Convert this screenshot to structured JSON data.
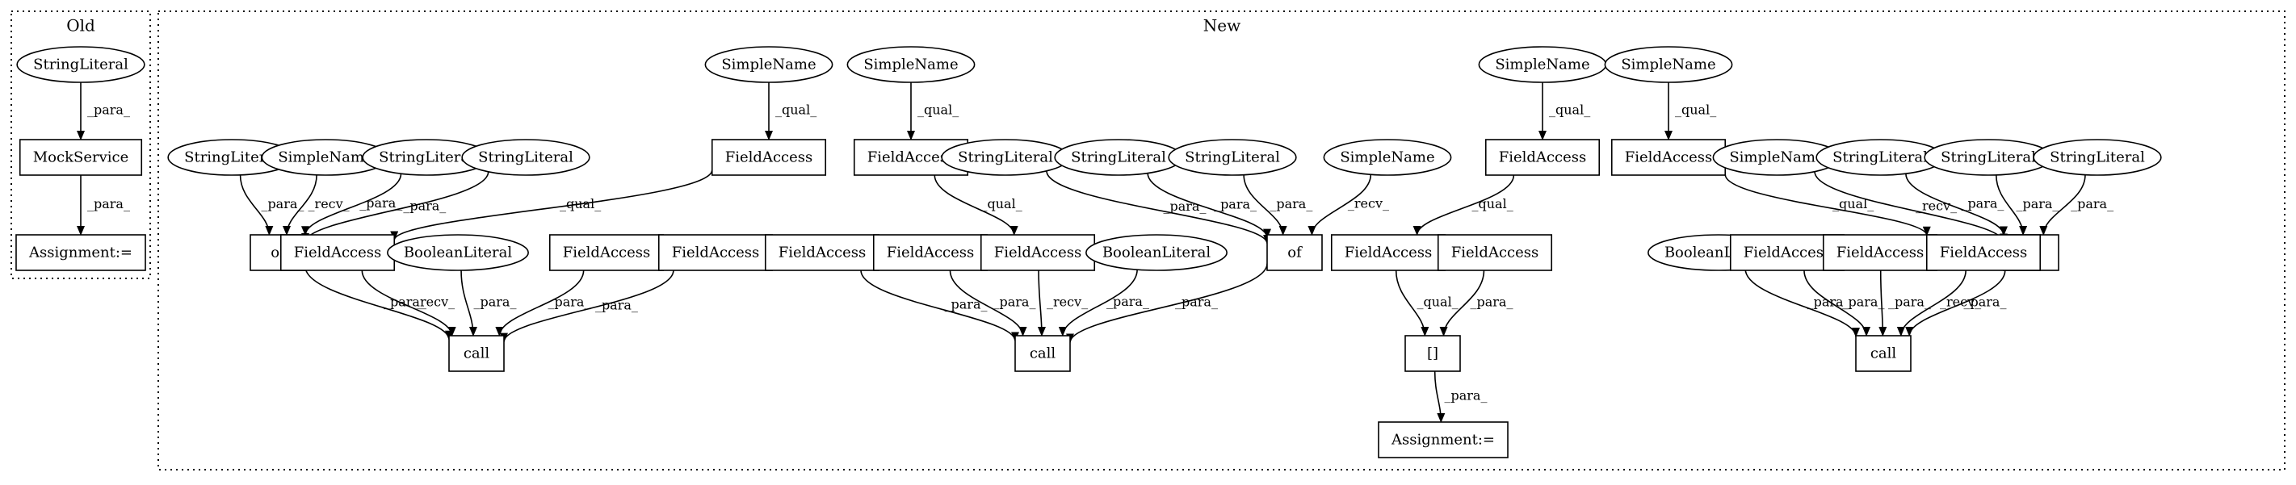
{
  "clusters": [
    {
      "id": "old",
      "label": "Old"
    },
    {
      "id": "new",
      "label": "New"
    }
  ],
  "nodes": [
    {
      "id": "o_sl",
      "label": "StringLiteral",
      "shape": "ellipse"
    },
    {
      "id": "o_ms",
      "label": "MockService",
      "shape": "box"
    },
    {
      "id": "o_as",
      "label": "Assignment:=",
      "shape": "box"
    },
    {
      "id": "a_sl1",
      "label": "StringLiteral",
      "shape": "ellipse"
    },
    {
      "id": "a_sn1",
      "label": "SimpleName",
      "shape": "ellipse"
    },
    {
      "id": "a_sl2",
      "label": "StringLiteral",
      "shape": "ellipse"
    },
    {
      "id": "a_sl3",
      "label": "StringLiteral",
      "shape": "ellipse"
    },
    {
      "id": "a_sn2",
      "label": "SimpleName",
      "shape": "ellipse"
    },
    {
      "id": "a_fa0",
      "label": "FieldAccess",
      "shape": "box"
    },
    {
      "id": "a_of",
      "label": "of",
      "shape": "box"
    },
    {
      "id": "a_fa1",
      "label": "FieldAccess",
      "shape": "box"
    },
    {
      "id": "a_bl",
      "label": "BooleanLiteral",
      "shape": "ellipse"
    },
    {
      "id": "a_fa2",
      "label": "FieldAccess",
      "shape": "box"
    },
    {
      "id": "a_fa3",
      "label": "FieldAccess",
      "shape": "box"
    },
    {
      "id": "a_call",
      "label": "call",
      "shape": "box"
    },
    {
      "id": "b_sn1",
      "label": "SimpleName",
      "shape": "ellipse"
    },
    {
      "id": "b_fa0",
      "label": "FieldAccess",
      "shape": "box"
    },
    {
      "id": "b_sl1",
      "label": "StringLiteral",
      "shape": "ellipse"
    },
    {
      "id": "b_sl2",
      "label": "StringLiteral",
      "shape": "ellipse"
    },
    {
      "id": "b_sl3",
      "label": "StringLiteral",
      "shape": "ellipse"
    },
    {
      "id": "b_sn2",
      "label": "SimpleName",
      "shape": "ellipse"
    },
    {
      "id": "b_of",
      "label": "of",
      "shape": "box"
    },
    {
      "id": "b_fa1",
      "label": "FieldAccess",
      "shape": "box"
    },
    {
      "id": "b_fa2",
      "label": "FieldAccess",
      "shape": "box"
    },
    {
      "id": "b_fa3",
      "label": "FieldAccess",
      "shape": "box"
    },
    {
      "id": "b_bl",
      "label": "BooleanLiteral",
      "shape": "ellipse"
    },
    {
      "id": "b_call",
      "label": "call",
      "shape": "box"
    },
    {
      "id": "c_sn",
      "label": "SimpleName",
      "shape": "ellipse"
    },
    {
      "id": "c_fa0",
      "label": "FieldAccess",
      "shape": "box"
    },
    {
      "id": "c_fa1",
      "label": "FieldAccess",
      "shape": "box"
    },
    {
      "id": "c_fa2",
      "label": "FieldAccess",
      "shape": "box"
    },
    {
      "id": "c_idx",
      "label": "[]",
      "shape": "box"
    },
    {
      "id": "c_as",
      "label": "Assignment:=",
      "shape": "box"
    },
    {
      "id": "d_sn1",
      "label": "SimpleName",
      "shape": "ellipse"
    },
    {
      "id": "d_fa0",
      "label": "FieldAccess",
      "shape": "box"
    },
    {
      "id": "d_sn2",
      "label": "SimpleName",
      "shape": "ellipse"
    },
    {
      "id": "d_sl1",
      "label": "StringLiteral",
      "shape": "ellipse"
    },
    {
      "id": "d_sl2",
      "label": "StringLiteral",
      "shape": "ellipse"
    },
    {
      "id": "d_sl3",
      "label": "StringLiteral",
      "shape": "ellipse"
    },
    {
      "id": "d_of",
      "label": "of",
      "shape": "box"
    },
    {
      "id": "d_bl",
      "label": "BooleanLiteral",
      "shape": "ellipse"
    },
    {
      "id": "d_fa1",
      "label": "FieldAccess",
      "shape": "box"
    },
    {
      "id": "d_fa2",
      "label": "FieldAccess",
      "shape": "box"
    },
    {
      "id": "d_fa3",
      "label": "FieldAccess",
      "shape": "box"
    },
    {
      "id": "d_call",
      "label": "call",
      "shape": "box"
    }
  ],
  "edges": [
    {
      "from": "o_sl",
      "to": "o_ms",
      "label": "_para_"
    },
    {
      "from": "o_ms",
      "to": "o_as",
      "label": "_para_"
    },
    {
      "from": "a_sl1",
      "to": "a_of",
      "label": "_para_"
    },
    {
      "from": "a_sn1",
      "to": "a_of",
      "label": "_recv_"
    },
    {
      "from": "a_sl2",
      "to": "a_of",
      "label": "_para_"
    },
    {
      "from": "a_sl3",
      "to": "a_of",
      "label": "_para_"
    },
    {
      "from": "a_sn2",
      "to": "a_fa0",
      "label": "_qual_"
    },
    {
      "from": "a_fa0",
      "to": "a_fa1",
      "label": "_qual_"
    },
    {
      "from": "a_of",
      "to": "a_call",
      "label": "_para_"
    },
    {
      "from": "a_fa1",
      "to": "a_call",
      "label": "_recv_"
    },
    {
      "from": "a_bl",
      "to": "a_call",
      "label": "_para_"
    },
    {
      "from": "a_fa2",
      "to": "a_call",
      "label": "_para_"
    },
    {
      "from": "a_fa3",
      "to": "a_call",
      "label": "_para_"
    },
    {
      "from": "b_sn1",
      "to": "b_fa0",
      "label": "_qual_"
    },
    {
      "from": "b_fa0",
      "to": "b_fa3",
      "label": "_qual_"
    },
    {
      "from": "b_sl1",
      "to": "b_of",
      "label": "_para_"
    },
    {
      "from": "b_sl2",
      "to": "b_of",
      "label": "_para_"
    },
    {
      "from": "b_sl3",
      "to": "b_of",
      "label": "_para_"
    },
    {
      "from": "b_sn2",
      "to": "b_of",
      "label": "_recv_"
    },
    {
      "from": "b_fa1",
      "to": "b_call",
      "label": "_para_"
    },
    {
      "from": "b_fa2",
      "to": "b_call",
      "label": "_para_"
    },
    {
      "from": "b_fa3",
      "to": "b_call",
      "label": "_recv_"
    },
    {
      "from": "b_bl",
      "to": "b_call",
      "label": "_para_"
    },
    {
      "from": "b_of",
      "to": "b_call",
      "label": "_para_"
    },
    {
      "from": "c_sn",
      "to": "c_fa0",
      "label": "_qual_"
    },
    {
      "from": "c_fa0",
      "to": "c_fa1",
      "label": "_qual_"
    },
    {
      "from": "c_fa1",
      "to": "c_idx",
      "label": "_qual_"
    },
    {
      "from": "c_fa2",
      "to": "c_idx",
      "label": "_para_"
    },
    {
      "from": "c_idx",
      "to": "c_as",
      "label": "_para_"
    },
    {
      "from": "d_sn1",
      "to": "d_fa0",
      "label": "_qual_"
    },
    {
      "from": "d_fa0",
      "to": "d_fa3",
      "label": "_qual_"
    },
    {
      "from": "d_sn2",
      "to": "d_of",
      "label": "_recv_"
    },
    {
      "from": "d_sl1",
      "to": "d_of",
      "label": "_para_"
    },
    {
      "from": "d_sl2",
      "to": "d_of",
      "label": "_para_"
    },
    {
      "from": "d_sl3",
      "to": "d_of",
      "label": "_para_"
    },
    {
      "from": "d_bl",
      "to": "d_call",
      "label": "_para_"
    },
    {
      "from": "d_fa1",
      "to": "d_call",
      "label": "_para_"
    },
    {
      "from": "d_fa2",
      "to": "d_call",
      "label": "_para_"
    },
    {
      "from": "d_fa3",
      "to": "d_call",
      "label": "_recv_"
    },
    {
      "from": "d_of",
      "to": "d_call",
      "label": "_para_"
    }
  ]
}
